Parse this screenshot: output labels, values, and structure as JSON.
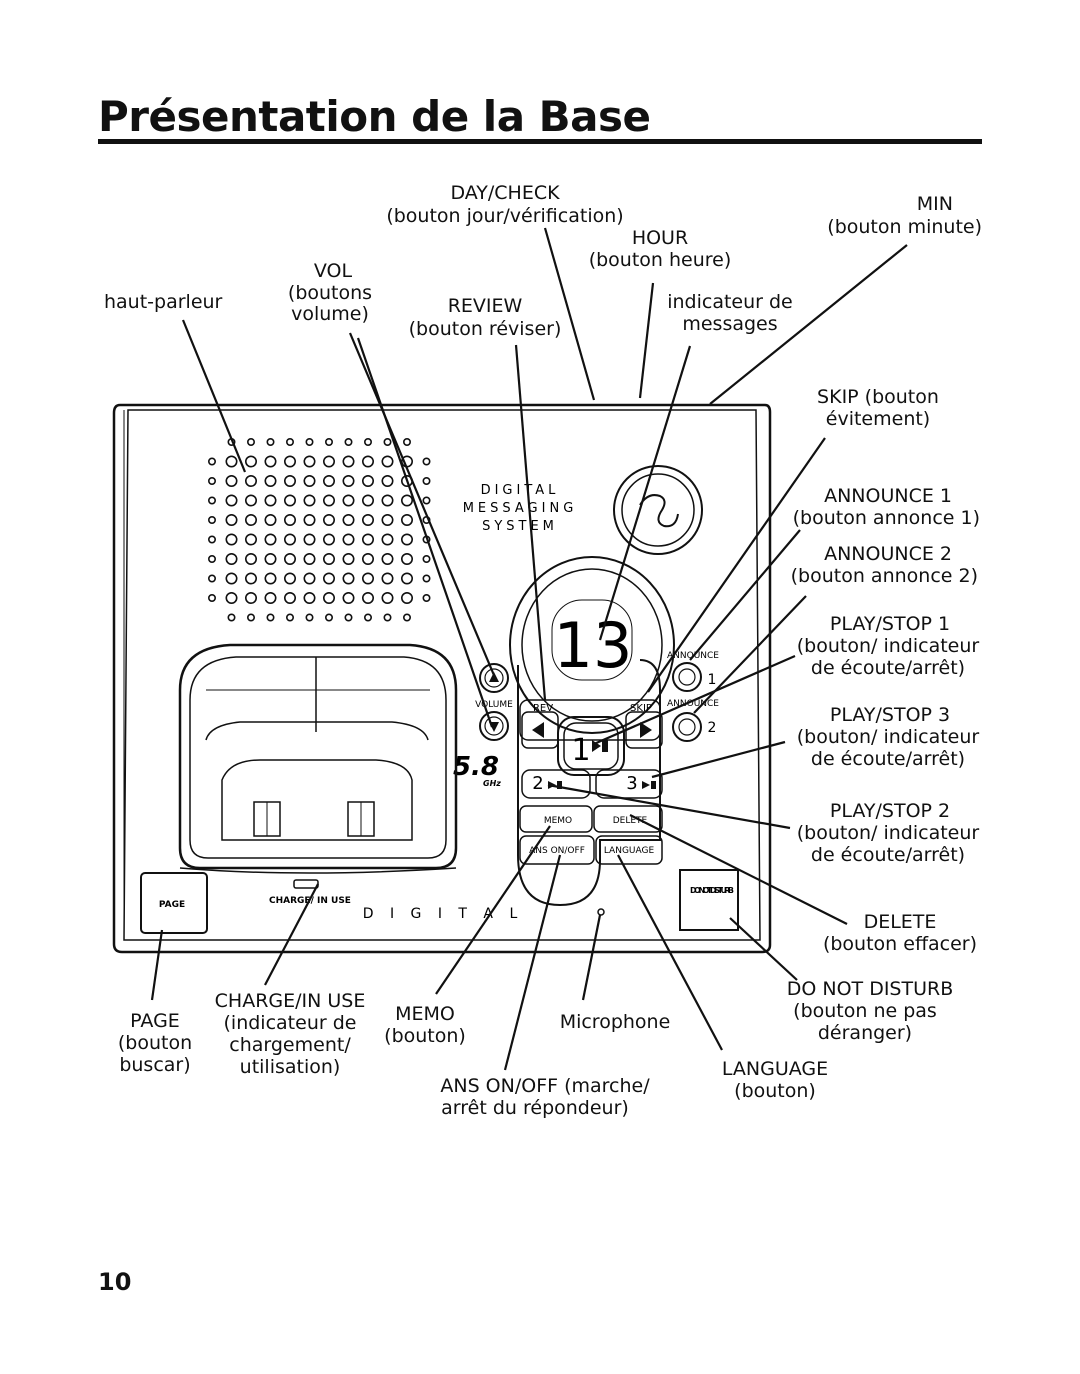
{
  "page": {
    "title": "Présentation de la Base",
    "page_number": "10"
  },
  "device": {
    "brand_text_1": "DIGITAL",
    "brand_text_2": "MESSAGING",
    "brand_text_3": "SYSTEM",
    "display_value": "13",
    "button_rev": "REV",
    "button_skip": "SKIP",
    "button_volume": "VOLUME",
    "button_announce_top": "ANNOUNCE",
    "button_announce_bottom": "ANNOUNCE",
    "announce_1_num": "1",
    "announce_2_num": "2",
    "play_1": "1",
    "play_2": "2",
    "play_3": "3",
    "button_memo": "MEMO",
    "button_delete": "DELETE",
    "button_ans": "ANS ON/OFF",
    "button_language": "LANGUAGE",
    "button_page": "PAGE",
    "charge_label": "CHARGE/ IN USE",
    "digital_bottom": "D I G I T A L",
    "dnd_label": "DO NOT DISTURB",
    "band_logo": "5.8",
    "band_unit": "GHz"
  },
  "callouts": {
    "day_check_1": "DAY/CHECK",
    "day_check_2": "(bouton jour/vérification)",
    "min_1": "MIN",
    "min_2": "(bouton minute)",
    "hour_1": "HOUR",
    "hour_2": "(bouton heure)",
    "vol_1": "VOL",
    "vol_2": "(boutons",
    "vol_3": "volume)",
    "speaker": "haut-parleur",
    "review_1": "REVIEW",
    "review_2": "(bouton réviser)",
    "msg_ind_1": "indicateur de",
    "msg_ind_2": "messages",
    "skip_1": "SKIP (bouton",
    "skip_2": "évitement)",
    "ann1_1": "ANNOUNCE 1",
    "ann1_2": "(bouton annonce 1)",
    "ann2_1": "ANNOUNCE 2",
    "ann2_2": "(bouton annonce 2)",
    "ps1_1": "PLAY/STOP 1",
    "ps1_2": "(bouton/ indicateur",
    "ps1_3": "de écoute/arrêt)",
    "ps3_1": "PLAY/STOP 3",
    "ps3_2": "(bouton/ indicateur",
    "ps3_3": "de écoute/arrêt)",
    "ps2_1": "PLAY/STOP 2",
    "ps2_2": "(bouton/ indicateur",
    "ps2_3": "de écoute/arrêt)",
    "delete_1": "DELETE",
    "delete_2": "(bouton effacer)",
    "dnd_1": "DO NOT DISTURB",
    "dnd_2": "(bouton ne pas",
    "dnd_3": "déranger)",
    "page_1": "PAGE",
    "page_2": "(bouton",
    "page_3": "buscar)",
    "charge_1": "CHARGE/IN USE",
    "charge_2": "(indicateur de",
    "charge_3": "chargement/",
    "charge_4": "utilisation)",
    "memo_1": "MEMO",
    "memo_2": "(bouton)",
    "mic": "Microphone",
    "lang_1": "LANGUAGE",
    "lang_2": "(bouton)",
    "ans_1": "ANS ON/OFF (marche/",
    "ans_2": "arrêt du répondeur)"
  }
}
